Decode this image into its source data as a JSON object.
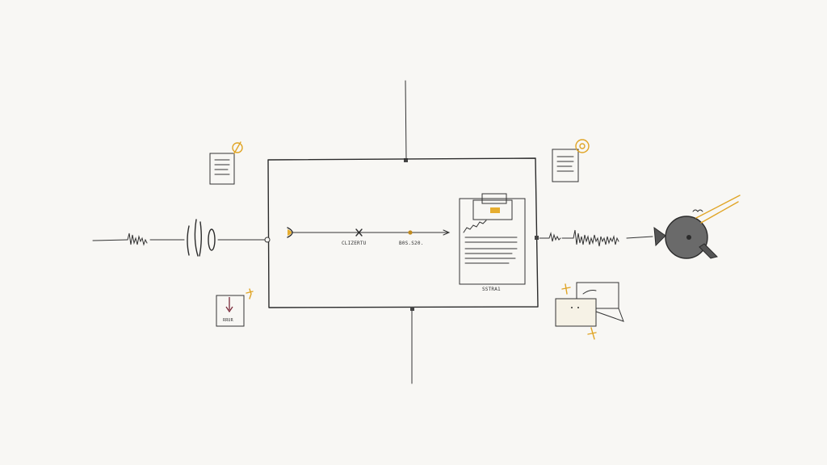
{
  "labels": {
    "process_step_1": "CLIZERTU",
    "process_step_2": "B0S.S20.",
    "document_caption": "SSTRA1",
    "bottom_left_box": "RRUR"
  },
  "colors": {
    "ink": "#2b2b2b",
    "accent": "#e0a526",
    "speaker_fill": "#666666",
    "paper": "#f8f7f4"
  },
  "icons": {
    "top_left_note": "document-icon",
    "top_right_note": "document-icon",
    "bottom_left_input": "down-arrow-box-icon",
    "bottom_right_chat": "chat-bubbles-icon",
    "output_device": "speaker-icon",
    "printer": "printer-icon"
  }
}
